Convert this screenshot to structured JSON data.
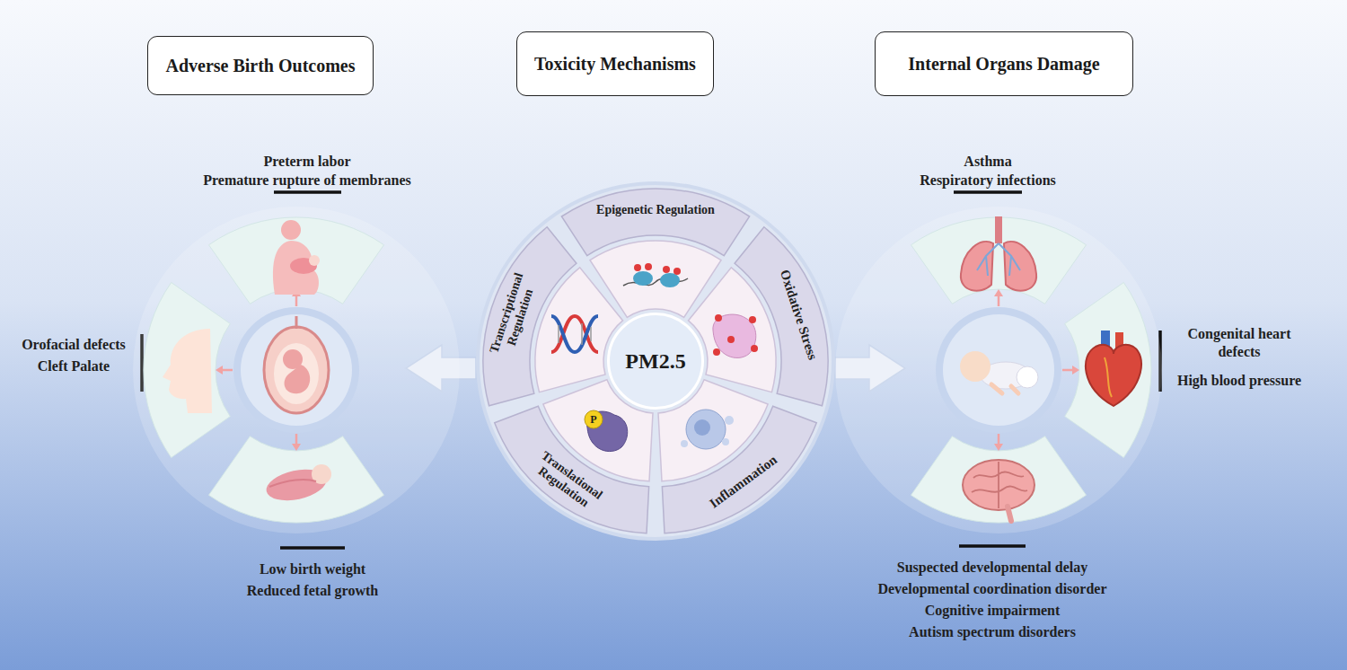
{
  "diagram": {
    "nodes": [
      {
        "text": [
          "Adverse Birth Outcomes"
        ]
      },
      {
        "text": [
          "Toxicity Mechanisms"
        ]
      },
      {
        "text": [
          "Internal Organs Damage"
        ]
      },
      {
        "text": [
          "PM2.5"
        ]
      },
      {
        "text": [
          "Epigenetic Regulation"
        ]
      },
      {
        "text": [
          "Oxidative Stress"
        ]
      },
      {
        "text": [
          "Inflammation"
        ]
      },
      {
        "text": [
          "Translational Regulation"
        ]
      },
      {
        "text": [
          "Transcriptional Regulation"
        ]
      }
    ],
    "labels": [
      "Preterm labor",
      "Premature rupture of membranes",
      "Orofacial defects",
      "Cleft Palate",
      "Low birth weight",
      "Reduced fetal growth",
      "Asthma",
      "Respiratory infections",
      "Congenital heart defects",
      "High blood pressure",
      "Suspected developmental delay",
      "Developmental coordination disorder",
      "Cognitive impairment",
      "Autism spectrum disorders",
      "P"
    ]
  }
}
